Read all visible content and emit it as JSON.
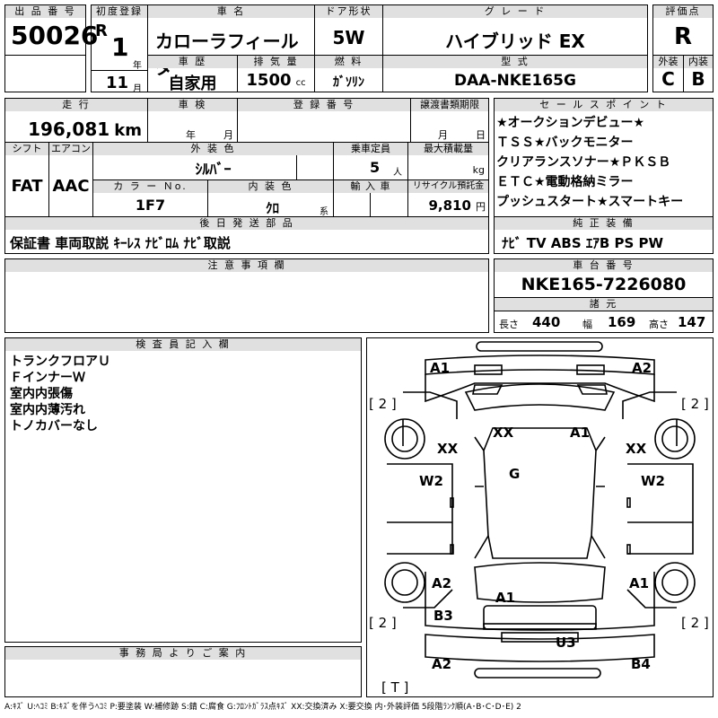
{
  "header": {
    "lot_no_label": "出 品 番 号",
    "lot_no": "50026",
    "first_reg_label": "初度登録",
    "era": "R",
    "year": "1",
    "year_unit": "年",
    "month": "11",
    "month_unit": "月",
    "car_name_label": "車 名",
    "car_name": "カローラフィールダー",
    "door_label": "ドア形状",
    "door": "5W",
    "grade_label": "グ レ ー ド",
    "grade": "ハイブリッド EX",
    "score_label": "評価点",
    "score": "R",
    "history_label": "車 歴",
    "history": "自家用",
    "displacement_label": "排 気 量",
    "displacement": "1500",
    "displacement_unit": "cc",
    "fuel_label": "燃 料",
    "fuel": "ｶﾞｿﾘﾝ",
    "model_label": "型 式",
    "model": "DAA-NKE165G",
    "ext_label": "外装",
    "ext": "C",
    "int_label": "内装",
    "int": "B"
  },
  "row2": {
    "mileage_label": "走 行",
    "mileage": "196,081",
    "mileage_unit": "km",
    "inspection_label": "車 検",
    "insp_year_unit": "年",
    "insp_month_unit": "月",
    "reg_no_label": "登 録 番 号",
    "transfer_label": "譲渡書類期限",
    "transfer_month_unit": "月",
    "transfer_day_unit": "日",
    "shift_label": "シフト",
    "shift": "FAT",
    "ac_label": "エアコン",
    "ac": "AAC",
    "ext_color_label": "外 装 色",
    "ext_color": "ｼﾙﾊﾞｰ",
    "capacity_label": "乗車定員",
    "capacity": "5",
    "capacity_unit": "人",
    "load_label": "最大積載量",
    "load_unit": "kg",
    "color_no_label": "カ ラ ー Ｎo.",
    "color_no": "1F7",
    "int_color_label": "内 装 色",
    "int_color": "ｸﾛ",
    "int_color_unit": "系",
    "import_label": "輸 入 車",
    "recycle_label": "リサイクル預託金",
    "recycle": "9,810",
    "recycle_unit": "円",
    "later_label": "後 日 発 送 部 品",
    "later": "保証書 車両取説 ｷｰﾚｽ ﾅﾋﾞﾛﾑ ﾅﾋﾞ取説"
  },
  "sales": {
    "label": "セ ー ル ス ポ イ ン ト",
    "lines": [
      "★オークションデビュー★",
      "ＴＳＳ★バックモニター",
      "クリアランスソナー★ＰＫＳＢ",
      "ＥＴＣ★電動格納ミラー",
      "プッシュスタート★スマートキー"
    ],
    "equip_label": "純 正 装 備",
    "equip": "ﾅﾋﾞ TV ABS ｴｱB PS PW"
  },
  "notes": {
    "label": "注 意 事 項 欄",
    "text": ""
  },
  "chassis": {
    "label": "車 台 番 号",
    "value": "NKE165-7226080",
    "dims_label": "諸 元",
    "len_label": "長さ",
    "len": "440",
    "wid_label": "幅",
    "wid": "169",
    "hei_label": "高さ",
    "hei": "147"
  },
  "inspector": {
    "label": "検 査 員 記 入 欄",
    "lines": [
      "トランクフロアＵ",
      "ＦインナーＷ",
      "室内内張傷",
      "室内内薄汚れ",
      "トノカバーなし"
    ]
  },
  "office": {
    "label": "事 務 局 よ り ご 案 内",
    "text": ""
  },
  "diagram": {
    "marks": {
      "a1_tl": "A1",
      "a2_tr": "A2",
      "b2_l": "[ 2 ]",
      "b2_r": "[ 2 ]",
      "xx_l": "XX",
      "xx_c": "XX",
      "a1_c": "A1",
      "xx_r": "XX",
      "g": "G",
      "w2_l": "W2",
      "w2_r": "W2",
      "a2_l": "A2",
      "a1_r": "A1",
      "a1_b": "A1",
      "b3": "B3",
      "b2_lb": "[ 2 ]",
      "b2_rb": "[ 2 ]",
      "u3": "U3",
      "a2_b": "A2",
      "b4": "B4",
      "t": "[ T ]"
    }
  },
  "legend": "A:ｷｽﾞ U:ﾍｺﾐ B:ｷｽﾞを伴うﾍｺﾐ P:要塗装 W:補修跡 S:錆 C:腐食 G:ﾌﾛﾝﾄｶﾞﾗｽ点ｷｽﾞ XX:交換済み X:要交換 内･外装評価 5段階ﾗﾝｸ順(A･B･C･D･E) 2"
}
